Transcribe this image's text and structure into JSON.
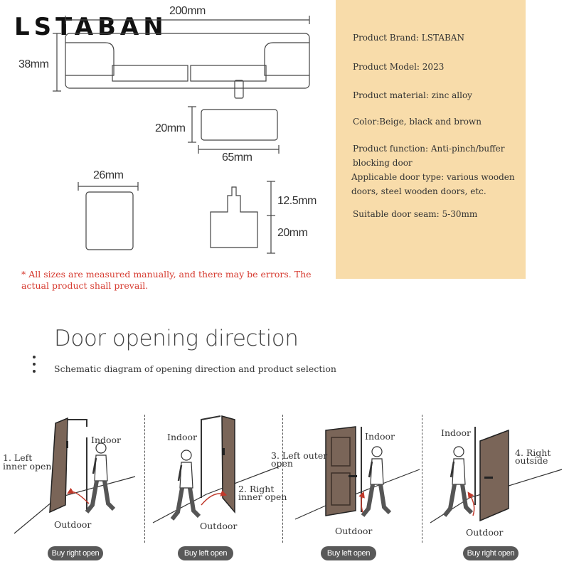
{
  "brand": {
    "logo_text": "LSTABAN"
  },
  "dimensions": {
    "top_width": "200mm",
    "height": "38mm",
    "tab_height": "20mm",
    "tab_width": "65mm",
    "buffer_width": "26mm",
    "side_top": "12.5mm",
    "side_bottom": "20mm"
  },
  "specs": [
    "Product Brand: LSTABAN",
    "Product Model: 2023",
    "Product material: zinc alloy",
    "Color:Beige, black and brown",
    "Product function: Anti-pinch/buffer blocking door",
    "Applicable door type: various wooden doors, steel wooden doors, etc.",
    "Suitable door seam: 5-30mm"
  ],
  "note": "* All sizes are measured manually, and there may be errors. The actual product shall prevail.",
  "section": {
    "title": "Door opening direction",
    "subtitle": "Schematic diagram of opening direction and product selection"
  },
  "diagrams": [
    {
      "label_line1": "1. Left",
      "label_line2": "inner open",
      "indoor": "Indoor",
      "outdoor": "Outdoor",
      "button": "Buy right open"
    },
    {
      "label_line1": "2. Right",
      "label_line2": "inner open",
      "indoor": "Indoor",
      "outdoor": "Outdoor",
      "button": "Buy left open"
    },
    {
      "label_line1": "3. Left outer",
      "label_line2": "open",
      "indoor": "Indoor",
      "outdoor": "Outdoor",
      "button": "Buy left open"
    },
    {
      "label_line1": "4. Right",
      "label_line2": "outside",
      "indoor": "Indoor",
      "outdoor": "Outdoor",
      "button": "Buy right open"
    }
  ],
  "colors": {
    "panel_bg": "#f8dcaa",
    "note_red": "#d63a2f",
    "door_brown": "#7a6558",
    "arrow_red": "#c0392b"
  }
}
